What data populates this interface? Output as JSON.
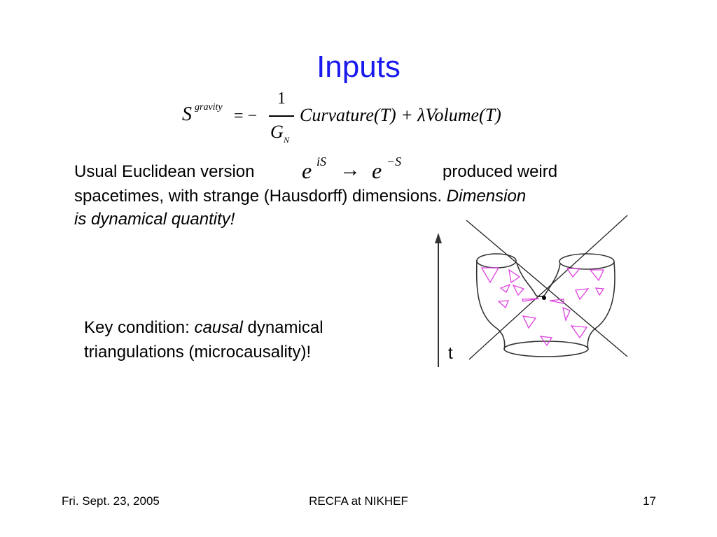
{
  "slide": {
    "title": "Inputs",
    "action_formula": {
      "lhs_symbol": "S",
      "lhs_superscript": "gravity",
      "equals_minus": "= −",
      "numerator": "1",
      "denominator_symbol": "G",
      "denominator_subscript": "N",
      "rhs": "Curvature(T) + λVolume(T)"
    },
    "para1": {
      "prefix": "Usual Euclidean version",
      "suffix": "produced weird",
      "line2_normal": "spacetimes, with strange (Hausdorff) dimensions. ",
      "line2_italic": "Dimension",
      "line3_italic": "is dynamical quantity!"
    },
    "wick_formula": {
      "base1": "e",
      "exp1": "iS",
      "arrow": "→",
      "base2": "e",
      "exp2": "−S"
    },
    "para2": {
      "line1_prefix": "Key condition: ",
      "line1_italic": "causal",
      "line1_suffix": " dynamical",
      "line2": "triangulations  (microcausality)!"
    },
    "figure": {
      "axis_label": "t",
      "cone_color": "#e040e0"
    }
  },
  "footer": {
    "date": "Fri. Sept. 23, 2005",
    "event": "RECFA at NIKHEF",
    "page_number": "17"
  }
}
